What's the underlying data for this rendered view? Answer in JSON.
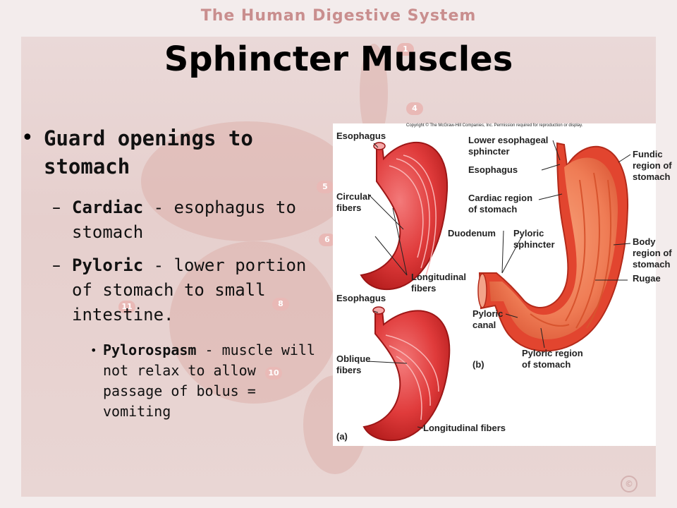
{
  "background": {
    "header": "The Human Digestive System",
    "numbers": [
      "1",
      "4",
      "5",
      "6",
      "8",
      "10",
      "11"
    ],
    "copyright_symbol": "©"
  },
  "slide": {
    "title": "Sphincter Muscles",
    "bullet1": {
      "line1": "Guard openings to",
      "line2": "stomach"
    },
    "cardiac": {
      "term": "Cardiac",
      "rest1": " - esophagus to",
      "line2": "stomach"
    },
    "pyloric": {
      "term": "Pyloric",
      "rest1": " - lower portion",
      "line2": "of stomach to small",
      "line3": "intestine."
    },
    "pylorospasm": {
      "term": "Pylorospasm",
      "rest1": " - muscle will",
      "line2": "not relax to allow",
      "line3": "passage of bolus =",
      "line4": "vomiting"
    }
  },
  "figure": {
    "copyright": "Copyright © The McGraw-Hill Companies, Inc. Permission required for reproduction or display.",
    "labels": {
      "a_esophagus_top": "Esophagus",
      "a_circular_1": "Circular",
      "a_circular_2": "fibers",
      "a_longitudinal_1": "Longitudinal",
      "a_longitudinal_2": "fibers",
      "a_esophagus_bottom": "Esophagus",
      "a_oblique_1": "Oblique",
      "a_oblique_2": "fibers",
      "a_longitudinal_fibers": "Longitudinal fibers",
      "a_panel": "(a)",
      "b_lower_esoph_1": "Lower esophageal",
      "b_lower_esoph_2": "sphincter",
      "b_esophagus": "Esophagus",
      "b_cardiac_1": "Cardiac region",
      "b_cardiac_2": "of stomach",
      "b_duodenum": "Duodenum",
      "b_pyloric_sph_1": "Pyloric",
      "b_pyloric_sph_2": "sphincter",
      "b_fundic_1": "Fundic",
      "b_fundic_2": "region of",
      "b_fundic_3": "stomach",
      "b_body_1": "Body",
      "b_body_2": "region of",
      "b_body_3": "stomach",
      "b_rugae": "Rugae",
      "b_pyloric_canal_1": "Pyloric",
      "b_pyloric_canal_2": "canal",
      "b_pyloric_region_1": "Pyloric region",
      "b_pyloric_region_2": "of stomach",
      "b_panel": "(b)"
    }
  }
}
